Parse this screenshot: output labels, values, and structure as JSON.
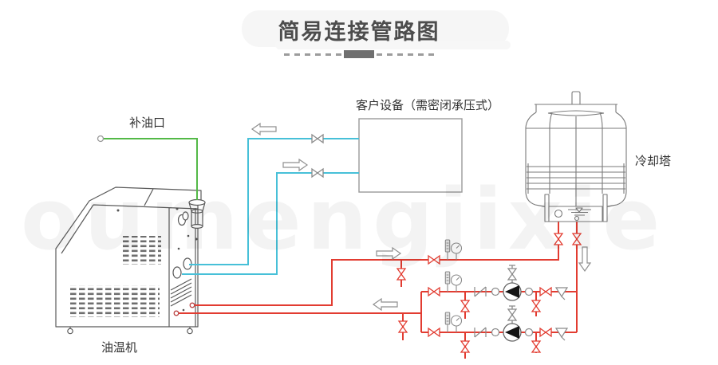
{
  "title": {
    "text": "简易连接管路图"
  },
  "labels": {
    "oil_fill_port": "补油口",
    "customer_equipment": "客户设备（需密闭承压式）",
    "cooling_tower": "冷却塔",
    "oil_heater": "油温机"
  },
  "watermark": "oumengjixie",
  "colors": {
    "pipe_hot": "#e23c31",
    "pipe_cool": "#47c0d8",
    "pipe_oil_fill": "#53b947",
    "line_art": "#5a5a5a",
    "symbol_gray": "#8a8a8a",
    "tower_line": "#7a7a7a",
    "box_line": "#9a9a9a",
    "title_text": "#4d4d4d",
    "label_text": "#333333"
  },
  "icons": {
    "valve-icon": "bowtie",
    "pump-icon": "circle-with-black-left-triangle",
    "pressure-gauge-icon": "circle-dial-on-stem",
    "thermometer-icon": "striped-bar-on-stem",
    "check-valve-icon": "bars-with-diagonal",
    "union-icon": "small-circle",
    "strainer-icon": "funnel-triangle",
    "flow-arrow-icon": "hollow-arrow",
    "fill-port-icon": "small-ring"
  }
}
